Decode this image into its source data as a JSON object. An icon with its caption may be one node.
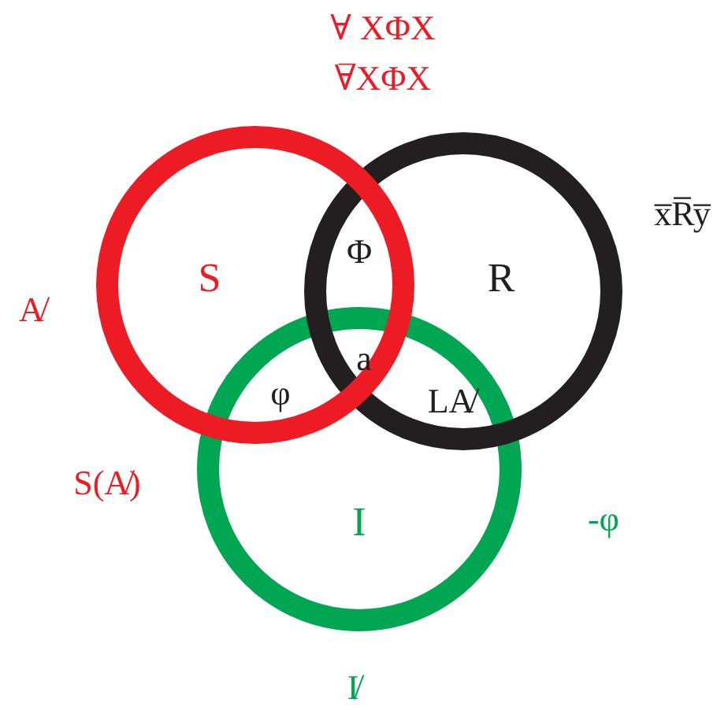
{
  "diagram": {
    "nodes": [
      {
        "text": [
          "S"
        ]
      },
      {
        "text": [
          "R"
        ]
      },
      {
        "text": [
          "I"
        ]
      }
    ],
    "labels": [
      "∀ XΦX",
      "∀̅XΦX",
      "x̅R̅y̅",
      "A̸",
      "Φ",
      "a",
      "φ",
      "LA̸",
      "S(A̸)",
      "-φ",
      "I̸"
    ]
  }
}
